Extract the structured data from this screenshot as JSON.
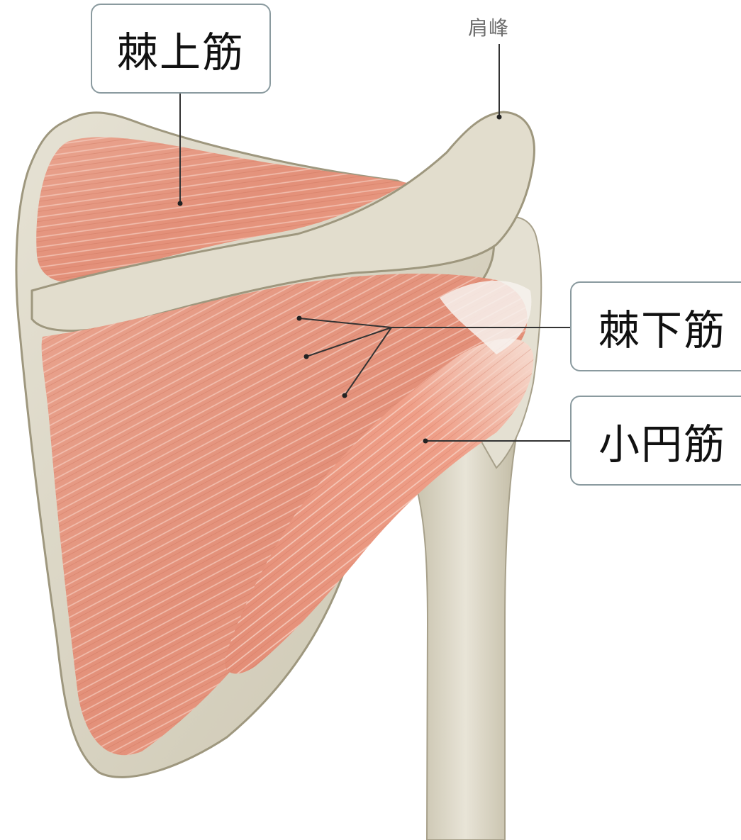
{
  "labels": {
    "supraspinatus": "棘上筋",
    "infraspinatus": "棘下筋",
    "teres_minor": "小円筋",
    "acromion": "肩峰"
  },
  "colors": {
    "bone": "#dcd8c9",
    "bone_shadow": "#b9b39a",
    "muscle": "#e79a84",
    "muscle_dark": "#d77e68",
    "muscle_light": "#f3c2b2",
    "box_border": "#8a9a9f",
    "leader_line": "#333333"
  }
}
